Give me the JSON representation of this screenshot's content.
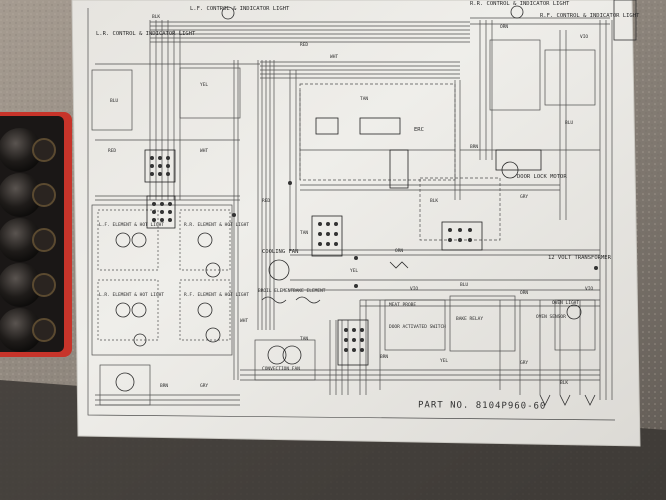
{
  "photo": {
    "subject": "",
    "background_color": "#6a645e",
    "paper_color": "#ecebe6",
    "ink_color": "#2b2b2b",
    "tool_case_color": "#c7342a"
  },
  "diagram": {
    "part_number": "PART NO. 8104P960-60",
    "labels": {
      "lf_control": "L.F. CONTROL & INDICATOR LIGHT",
      "lr_control": "L.R. CONTROL & INDICATOR LIGHT",
      "rr_control": "R.R. CONTROL & INDICATOR LIGHT",
      "rf_control": "R.F. CONTROL & INDICATOR LIGHT",
      "lf_element": "L.F. ELEMENT & HOT LIGHT",
      "rr_element": "R.R. ELEMENT & HOT LIGHT",
      "lr_element": "L.R. ELEMENT & HOT LIGHT",
      "rf_element": "R.F. ELEMENT & HOT LIGHT",
      "cooling_fan": "COOLING FAN",
      "door_lock_motor": "DOOR LOCK MOTOR",
      "transformer": "12 VOLT TRANSFORMER",
      "broil_element": "BROIL ELEMENT",
      "bake_element": "BAKE ELEMENT",
      "meat_probe": "MEAT PROBE",
      "oven_sensor": "OVEN SENSOR",
      "door_switch": "DOOR ACTIVATED SWITCH",
      "convection_fan": "CONVECTION FAN",
      "oven_light": "OVEN LIGHT",
      "bake_relay": "BAKE RELAY",
      "electronic_control": "ERC"
    },
    "wire_codes": [
      "BLK",
      "RED",
      "WHT",
      "TAN",
      "YEL",
      "BLU",
      "ORN",
      "VIO",
      "BRN",
      "GRY"
    ]
  }
}
